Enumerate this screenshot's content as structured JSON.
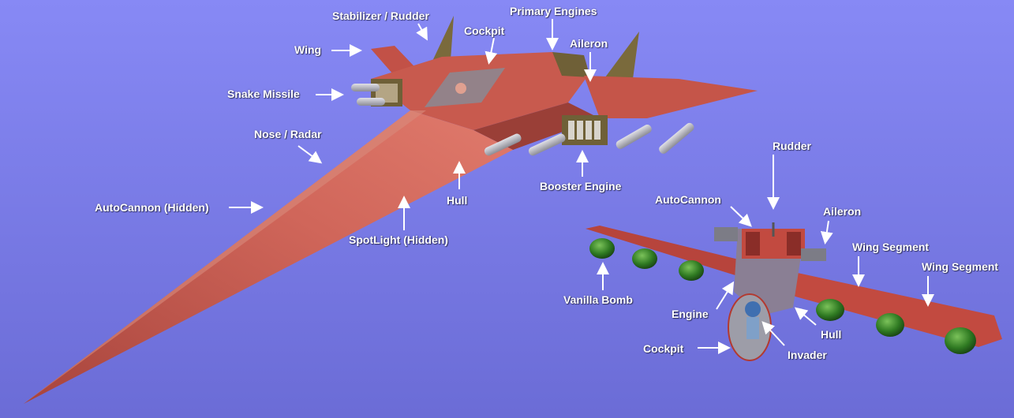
{
  "colors": {
    "background_top": "#8486f4",
    "background_bottom": "#6d6ed8",
    "hull_red": "#c7584d",
    "hull_dark": "#8e3a34",
    "olive": "#7a6a3c",
    "missile_grey": "#b9b9c0",
    "bomb_green": "#3f8a2c",
    "label_white": "#ffffff"
  },
  "left_ship": {
    "labels": {
      "stabilizer": "Stabilizer / Rudder",
      "primary_engines": "Primary Engines",
      "cockpit": "Cockpit",
      "wing": "Wing",
      "aileron": "Aileron",
      "snake_missile": "Snake Missile",
      "nose_radar": "Nose / Radar",
      "hull": "Hull",
      "booster_engine": "Booster Engine",
      "autocannon_hidden": "AutoCannon (Hidden)",
      "spotlight_hidden": "SpotLight (Hidden)"
    }
  },
  "right_ship": {
    "labels": {
      "rudder": "Rudder",
      "autocannon": "AutoCannon",
      "aileron": "Aileron",
      "wing_segment_1": "Wing Segment",
      "wing_segment_2": "Wing Segment",
      "vanilla_bomb": "Vanilla Bomb",
      "engine": "Engine",
      "hull": "Hull",
      "cockpit": "Cockpit",
      "invader": "Invader"
    }
  }
}
